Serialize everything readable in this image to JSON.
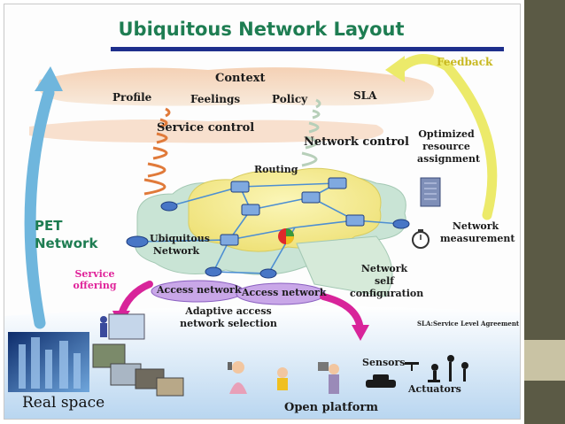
{
  "title": "Ubiquitous Network Layout",
  "labels": {
    "feedback": "Feedback",
    "context": "Context",
    "profile": "Profile",
    "feelings": "Feelings",
    "policy": "Policy",
    "sla": "SLA",
    "service_control": "Service control",
    "network_control": "Network control",
    "optimized_resource_assignment": "Optimized resource assignment",
    "routing": "Routing",
    "pet_network": "PET Network",
    "ubiquitous_network": "Ubiquitous Network",
    "network_measurement": "Network measurement",
    "service_offering": "Service offering",
    "network_self_configuration": "Network self configuration",
    "access_network_1": "Access network",
    "access_network_2": "Access network",
    "adaptive_selection": "Adaptive access network selection",
    "sla_note": "SLA:Service Level Agreement",
    "sensors": "Sensors",
    "actuators": "Actuators",
    "real_space": "Real space",
    "open_platform": "Open platform"
  },
  "colors": {
    "title_green": "#1e7d52",
    "rule_blue": "#1e2f8c",
    "side_panel": "#5b5a45",
    "cloud_yellow": "#f4ef9a",
    "cloud_teal": "#c8e4d6",
    "feedback_arrow": "#ecea6a",
    "pet_arrow": "#6fb6dd",
    "access_purple": "#c9a7e8",
    "magenta_arrow": "#d8249a"
  }
}
